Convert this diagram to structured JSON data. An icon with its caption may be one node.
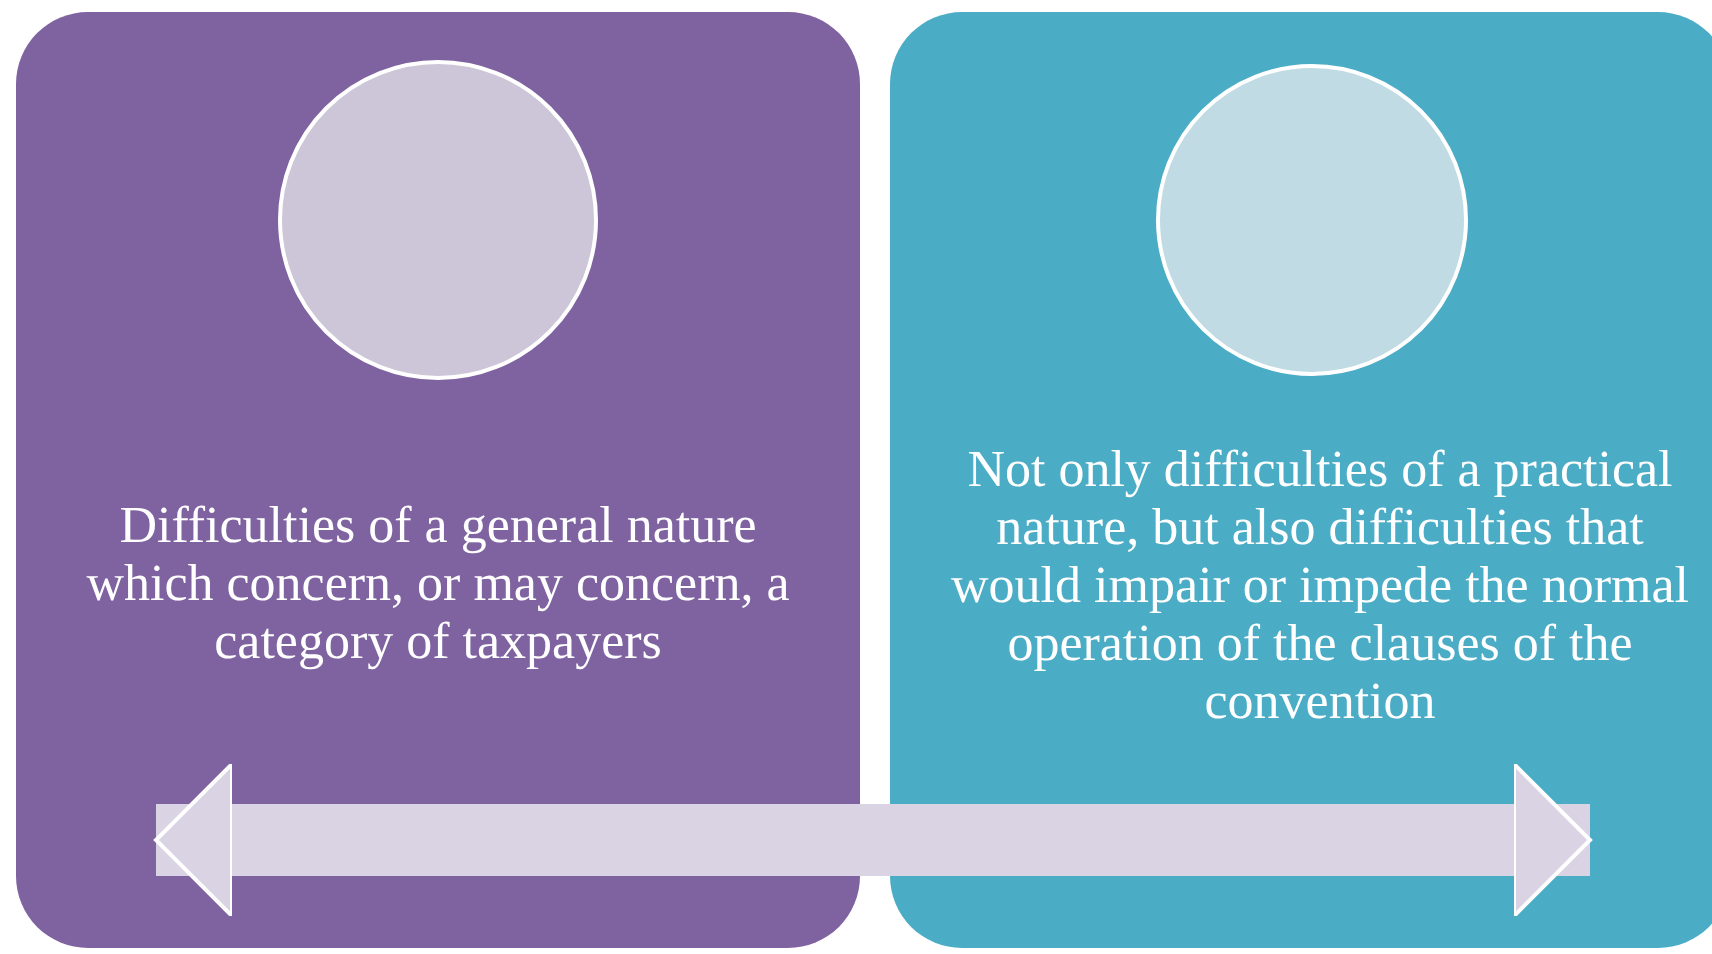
{
  "diagram": {
    "nodes": [
      {
        "text": [
          "Difficulties of a general nature which concern, or may concern, a category of taxpayers"
        ]
      },
      {
        "text": [],
        "shape": "circle",
        "in": 0
      },
      {
        "text": [
          "Not only difficulties of a practical nature, but also difficulties that would impair or impede the normal operation of the clauses of the convention"
        ]
      },
      {
        "text": [],
        "shape": "circle",
        "in": 2
      }
    ],
    "edges": [
      {
        "from": 0,
        "to": 2,
        "arrow": "both"
      }
    ]
  }
}
